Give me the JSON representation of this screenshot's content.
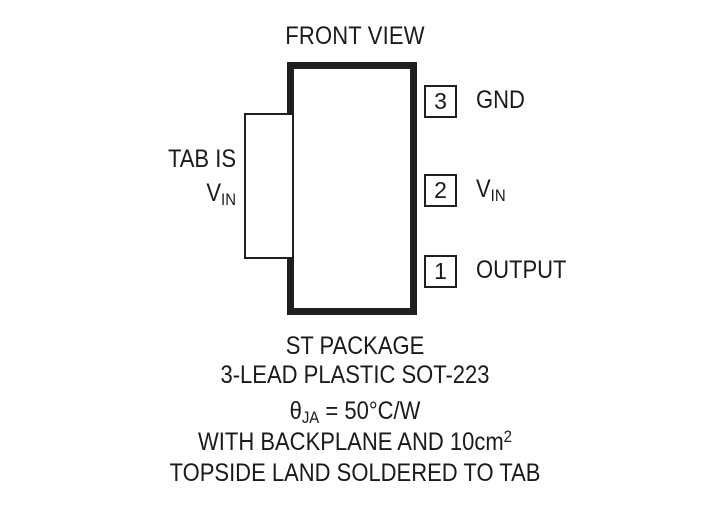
{
  "diagram": {
    "title": "FRONT VIEW",
    "tab": {
      "line1": "TAB IS",
      "line2_base": "V",
      "line2_sub": "IN"
    },
    "pins": [
      {
        "number": "3",
        "name": "GND",
        "name_base": "GND",
        "name_sub": ""
      },
      {
        "number": "2",
        "name": "VIN",
        "name_base": "V",
        "name_sub": "IN"
      },
      {
        "number": "1",
        "name": "OUTPUT",
        "name_base": "OUTPUT",
        "name_sub": ""
      }
    ],
    "caption": {
      "line1": "ST PACKAGE",
      "line2": "3-LEAD PLASTIC SOT-223",
      "line3_theta": "θ",
      "line3_sub": "JA",
      "line3_rest": " = 50°C/W",
      "line4_base": "WITH BACKPLANE AND 10cm",
      "line4_sup": "2",
      "line5": "TOPSIDE LAND SOLDERED TO TAB"
    }
  }
}
